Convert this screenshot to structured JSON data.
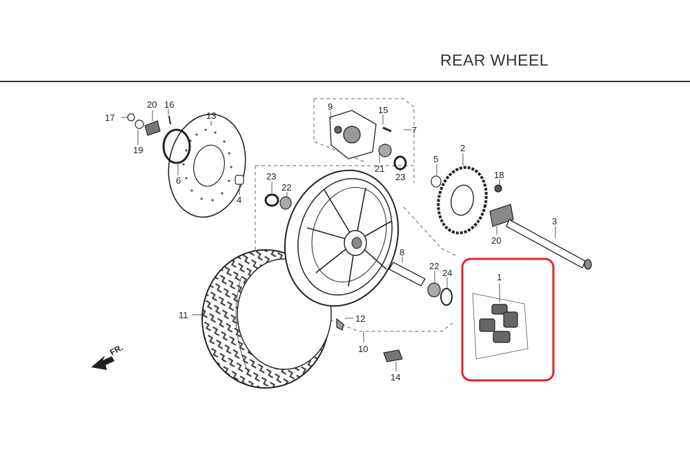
{
  "title": "REAR WHEEL",
  "front_marker": "FR.",
  "highlight_color": "#e0242b",
  "part_labels": {
    "p1": "1",
    "p2": "2",
    "p3": "3",
    "p4": "4",
    "p5": "5",
    "p6": "6",
    "p7": "7",
    "p8": "8",
    "p9": "9",
    "p10": "10",
    "p11": "11",
    "p12": "12",
    "p13": "13",
    "p14": "14",
    "p15": "15",
    "p16": "16",
    "p17": "17",
    "p18": "18",
    "p19": "19",
    "p20a": "20",
    "p20b": "20",
    "p21": "21",
    "p22a": "22",
    "p22b": "22",
    "p23a": "23",
    "p23b": "23",
    "p24": "24"
  }
}
